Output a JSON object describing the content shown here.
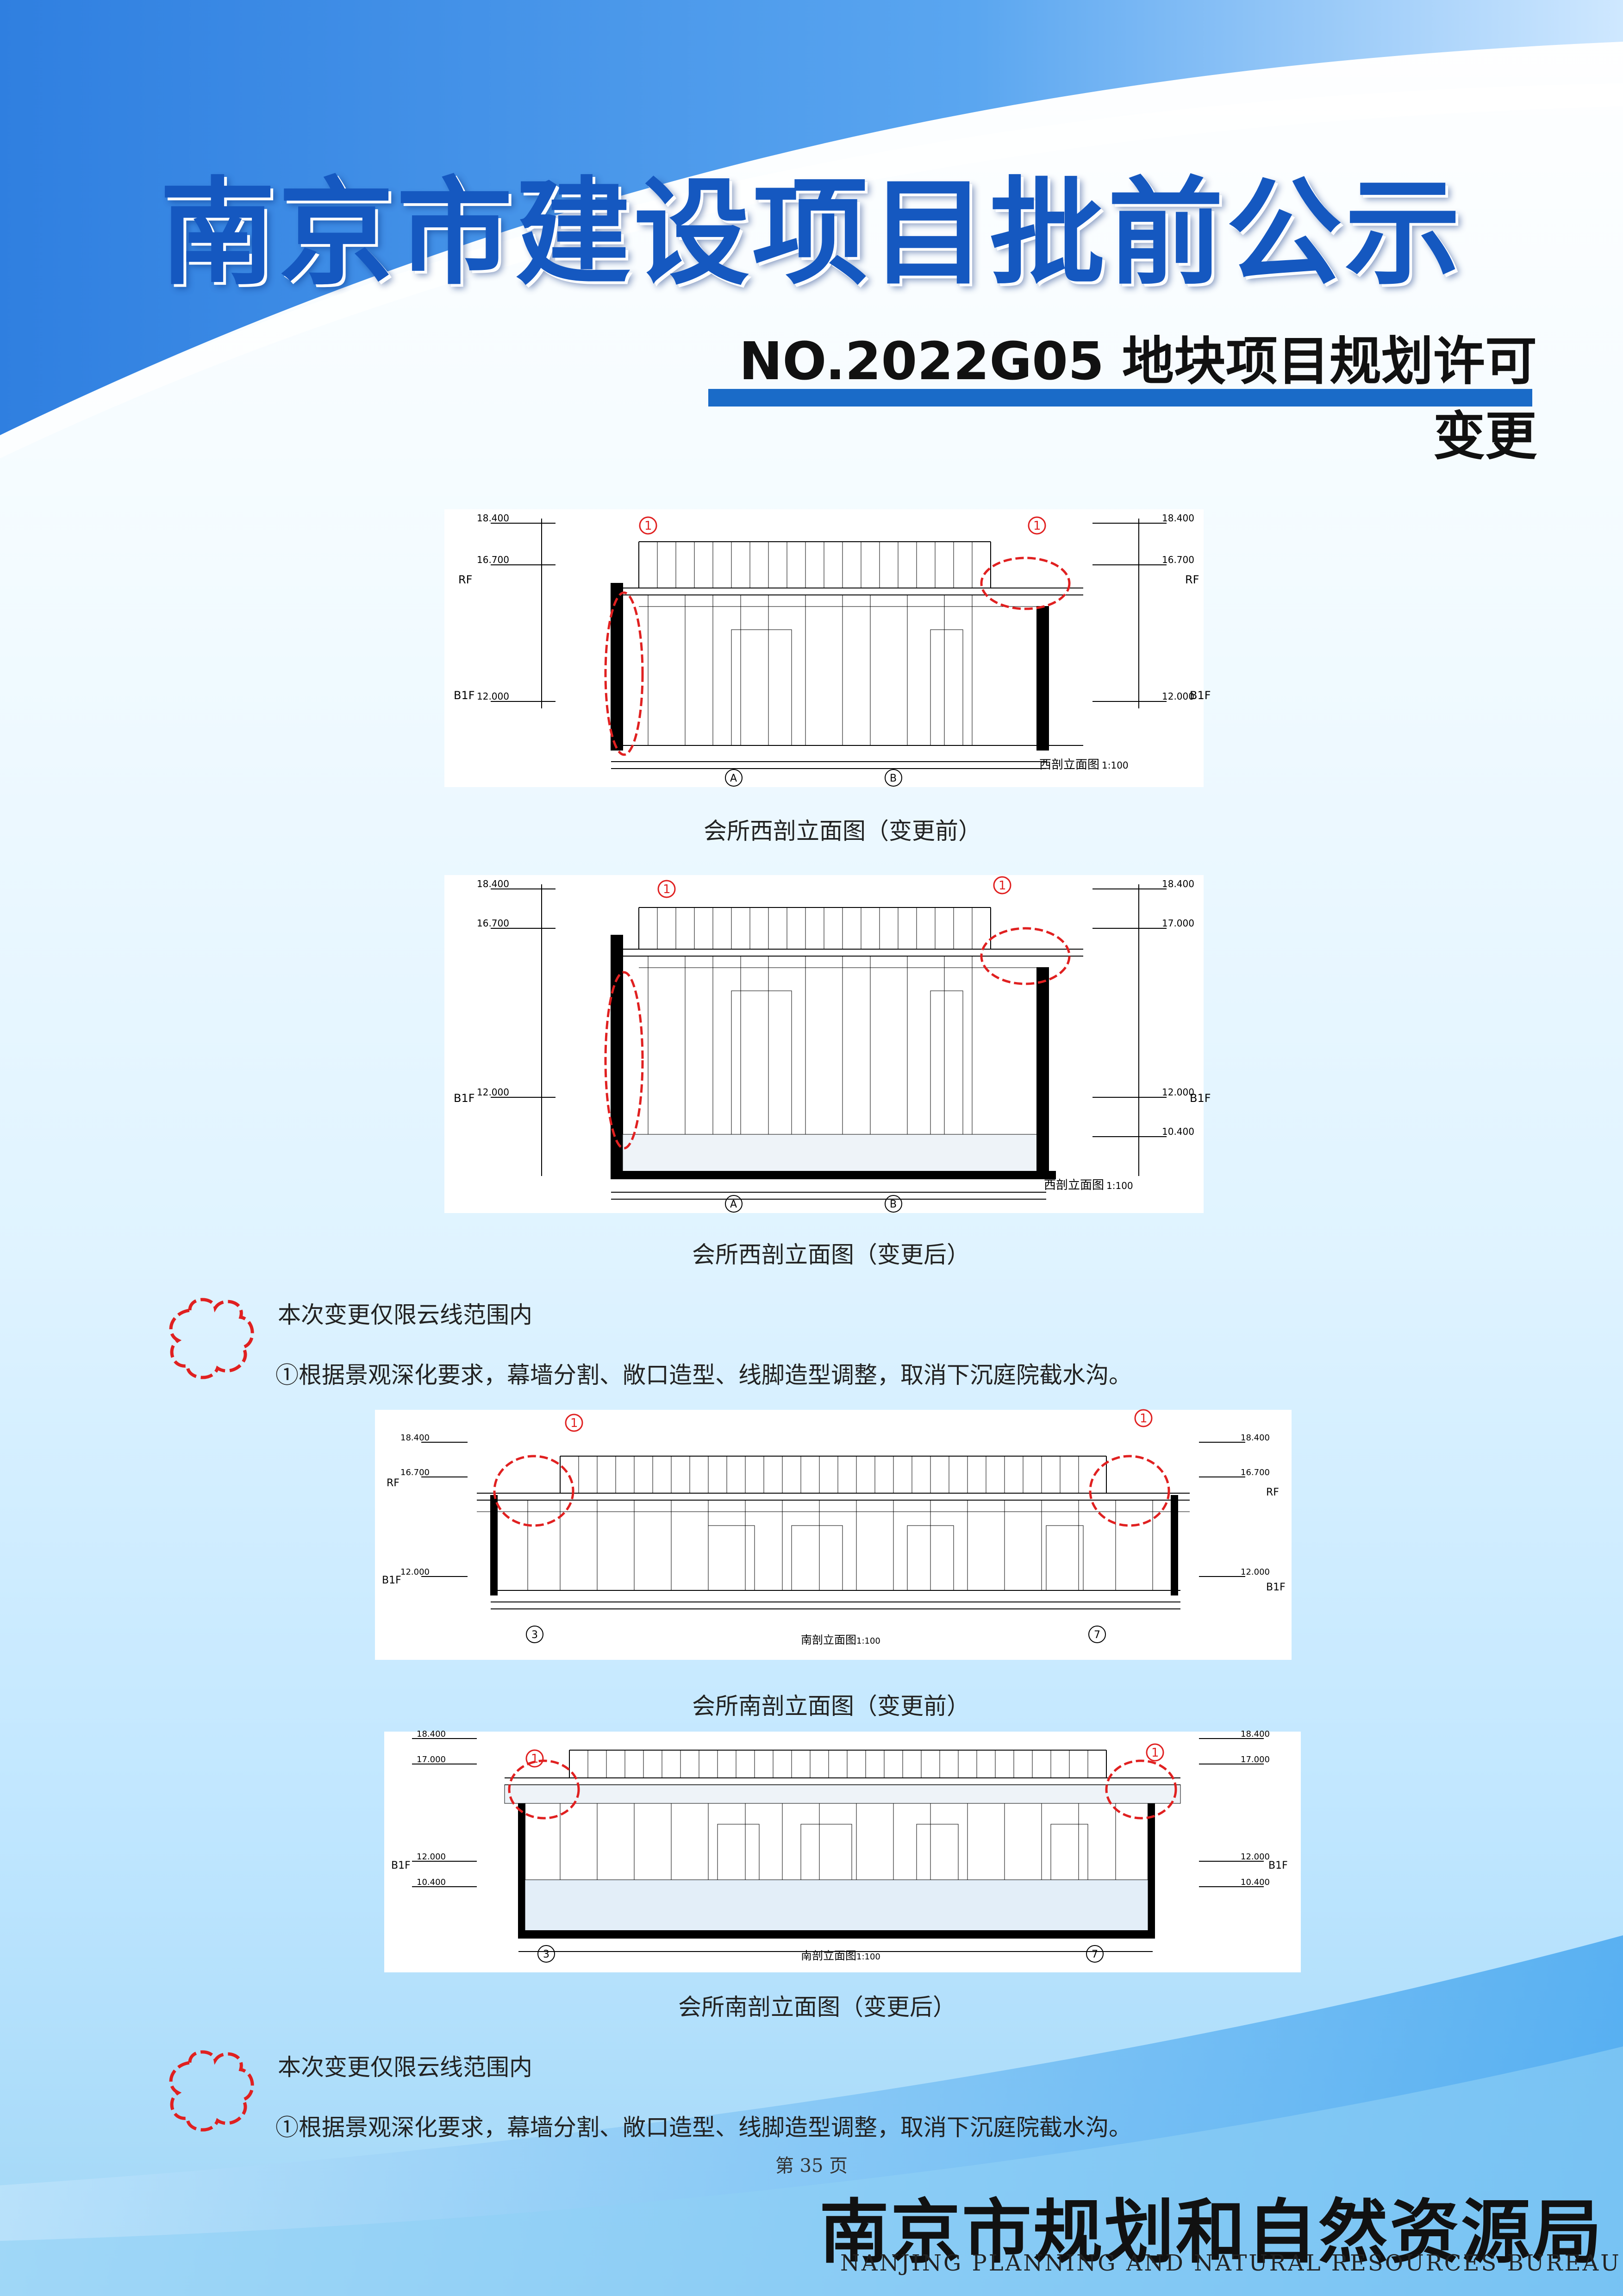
{
  "header": {
    "title": "南京市建设项目批前公示",
    "subtitle": "NO.2022G05 地块项目规划许可变更"
  },
  "drawings": [
    {
      "drawing_title": "西剖立面图",
      "scale": "1:100",
      "caption": "会所西剖立面图（变更前）",
      "levels_left": [
        "18.400",
        "16.700",
        "12.000"
      ],
      "levels_right": [
        "18.400",
        "16.700",
        "12.000"
      ],
      "floor_tags": [
        "RF",
        "B1F"
      ],
      "axes": [
        "A",
        "B"
      ],
      "cloud_marker": "1"
    },
    {
      "drawing_title": "西剖立面图",
      "scale": "1:100",
      "caption": "会所西剖立面图（变更后）",
      "levels_left": [
        "18.400",
        "16.700",
        "12.000"
      ],
      "levels_right": [
        "18.400",
        "17.000",
        "12.000",
        "10.400"
      ],
      "floor_tags": [
        "B1F",
        "B1F"
      ],
      "axes": [
        "A",
        "B"
      ],
      "cloud_marker": "1"
    },
    {
      "drawing_title": "南剖立面图",
      "scale": "1:100",
      "caption": "会所南剖立面图（变更前）",
      "levels_left": [
        "18.400",
        "16.700",
        "12.000"
      ],
      "levels_right": [
        "18.400",
        "16.700",
        "12.000"
      ],
      "floor_tags": [
        "RF",
        "B1F"
      ],
      "axes": [
        "3",
        "7"
      ],
      "cloud_marker": "1"
    },
    {
      "drawing_title": "南剖立面图",
      "scale": "1:100",
      "caption": "会所南剖立面图（变更后）",
      "levels_left": [
        "18.400",
        "17.000",
        "12.000",
        "10.400"
      ],
      "levels_right": [
        "18.400",
        "17.000",
        "12.000",
        "10.400"
      ],
      "floor_tags": [
        "B1F",
        "B1F"
      ],
      "axes": [
        "3",
        "7"
      ],
      "cloud_marker": "1"
    }
  ],
  "notes": [
    {
      "line1": "本次变更仅限云线范围内",
      "line2": "①根据景观深化要求，幕墙分割、敞口造型、线脚造型调整，取消下沉庭院截水沟。"
    },
    {
      "line1": "本次变更仅限云线范围内",
      "line2": "①根据景观深化要求，幕墙分割、敞口造型、线脚造型调整，取消下沉庭院截水沟。"
    }
  ],
  "footer": {
    "page": "第 35 页",
    "bureau": "南京市规划和自然资源局",
    "bureau_en": "NANJING PLANNING AND NATURAL RESOURCES BUREAU"
  },
  "colors": {
    "primary_blue": "#1558c0",
    "bar_blue": "#1a6bc8",
    "cloud_red": "#e02020"
  }
}
